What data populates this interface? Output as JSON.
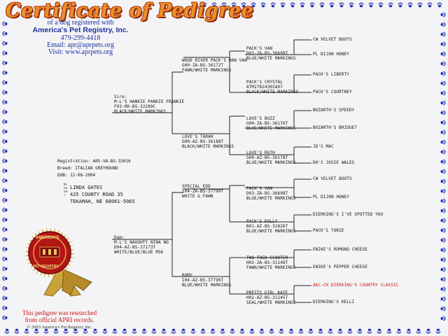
{
  "title": "Certificate of Pedigree",
  "header": {
    "line1": "of a dog registered with",
    "line2": "America's Pet Registry, Inc.",
    "line3": "479-299-4418",
    "line4": "Email: apr@aprpets.org",
    "line5": "Visit: www.aprpets.org"
  },
  "registration": {
    "registration": "Registration: A05-VA-BS-33016",
    "breed": "Breed: ITALIAN GREYHOUND",
    "dob": "DOB: 12-08-2004"
  },
  "owner": {
    "label": "Breeder",
    "name": "LINDA GATES",
    "address": "425 COUNTY ROAD 35",
    "city": "TEKAMAH, NE  68061-5065"
  },
  "sire": {
    "label": "Sire:",
    "name": "M-L'S HANKIE PANKIE FRANKIE",
    "reg": "F03-MX-BS-32289C",
    "color": "BLACK/WHITE MARKINGS",
    "sire": {
      "name": "WOOD RIVER PACK'S MAN VAN",
      "reg": "G00-ZA-BS-36172T",
      "color": "FAWN/WHITE MARKINGS",
      "sire": {
        "name": "PACK'S VAN",
        "reg": "D03-ZA-BS-36698T",
        "color": "BLUE/WHITE MARKINGS",
        "sire": "CW VELVET BOOTS",
        "dam": "PL DIJON HONEY"
      },
      "dam": {
        "name": "PACK'S CRYSTAL",
        "reg": "ATM2782430IA97",
        "color": "BLACK/WHITE MARKINGS",
        "sire": "PACK'S LIBERTY",
        "dam": "PACK'S COURTNEY"
      }
    },
    "dam": {
      "name": "LOVE'S TARAH",
      "reg": "G00-AZ-BS-36188T",
      "color": "BLACK/WHITE MARKINGS",
      "sire": {
        "name": "LOVE'S BUZZ",
        "reg": "G00-ZA-BS-36176T",
        "color": "BLUE/WHITE MARKINGS",
        "sire": "BOZARTH'S SPEEDY",
        "dam": "BOZARTH'S BRIDGET"
      },
      "dam": {
        "name": "LOVE'S RUTH",
        "reg": "G00-AZ-BS-36178T",
        "color": "BLUE/WHITE MARKINGS",
        "sire": "JD'S MAC",
        "dam": "DH'S JOSIE WALES"
      }
    }
  },
  "dam": {
    "label": "Dam:",
    "name": "M-L'S NAUGHTY NINA NO",
    "reg": "D04-AZ-BS-37173T",
    "color": "WHITE/BLUE/BLUE MSK",
    "sire": {
      "name": "SPECIAL EDD",
      "reg": "I04-ZA-BS-37799T",
      "color": "WHITE & FAWN",
      "sire": {
        "name": "PACK'S VAN",
        "reg": "D03-ZA-BS-36698T",
        "color": "BLUE/WHITE MARKINGS",
        "sire": "CW VELVET BOOTS",
        "dam": "PL DIJON HONEY"
      },
      "dam": {
        "name": "PACK'S DOLLY",
        "reg": "B01-AZ-BS-31826T",
        "color": "BLUE/WHITE MARKINGS",
        "sire": "DIERKING'S I'VE SPOTTED YOU",
        "dam": "PACK'S TORIE"
      }
    },
    "dam": {
      "name": "ROMY",
      "reg": "I04-AZ-BS-37796T",
      "color": "BLUE/WHITE MARKINGS",
      "sire": {
        "name": "TWO TOED SCOOTER",
        "reg": "H02-ZA-BS-31148T",
        "color": "FAWN/WHITE MARKINGS",
        "sire": "ENIKE'S ROMONO CHEESE",
        "dam": "ENIKE'S PEPPER CHEESE"
      },
      "dam": {
        "name": "PRETTY GIRL KATE",
        "reg": "H02-AZ-BS-31145T",
        "color": "SEAL/WHITE MARKINGS",
        "sire": "AKC-CH DIERKING'S COUNTRY CLASSIC",
        "dam": "DIERKING'S KELLI"
      }
    }
  },
  "seal": {
    "top": "AMERICA'S",
    "bottom": "PET REGISTRY"
  },
  "footer": {
    "line1": "This pedigree was researched",
    "line2": "from official APRI records.",
    "copyright": "© 2003 America's Pet Registry, Inc."
  },
  "colors": {
    "border": "#2a3bb8",
    "title": "#e9912a",
    "title_outline": "#b23a14",
    "header_text": "#1c2f9a",
    "highlight": "#cc1111",
    "seal_red": "#b31414",
    "seal_gold": "#c9a23a"
  }
}
